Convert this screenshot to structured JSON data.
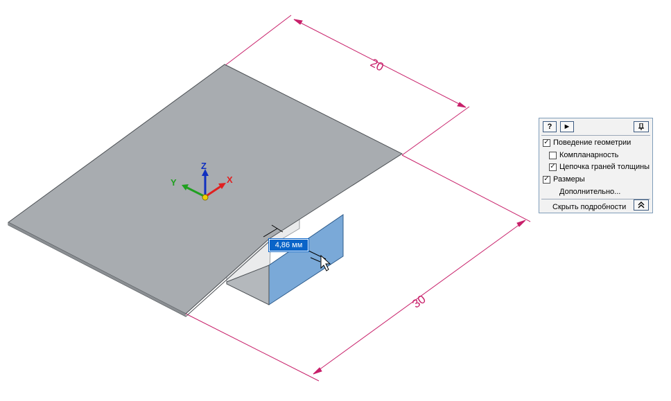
{
  "dimensions": {
    "width_label": "20",
    "length_label": "30"
  },
  "triad": {
    "x_label": "X",
    "y_label": "Y",
    "z_label": "Z",
    "colors": {
      "x": "#e02020",
      "y": "#20a020",
      "z": "#1030c0",
      "origin": "#f0d000"
    }
  },
  "distance_input": {
    "value": "4,86 мм"
  },
  "panel": {
    "help_button": "?",
    "play_button": "►",
    "pin_button": "pin-icon",
    "geometry_behavior": {
      "label": "Поведение геометрии",
      "checked": true
    },
    "coplanarity": {
      "label": "Компланарность",
      "checked": false
    },
    "thickness_chain": {
      "label": "Цепочка граней толщины",
      "checked": true
    },
    "dimensions": {
      "label": "Размеры",
      "checked": true
    },
    "advanced_label": "Дополнительно...",
    "hide_details_label": "Скрыть подробности"
  },
  "colors": {
    "plate": "#a8acb0",
    "plate_edge": "#4a4e52",
    "selected_face": "#7aa9d8",
    "dimension": "#c8206a",
    "input_bg": "#0a64c8"
  }
}
